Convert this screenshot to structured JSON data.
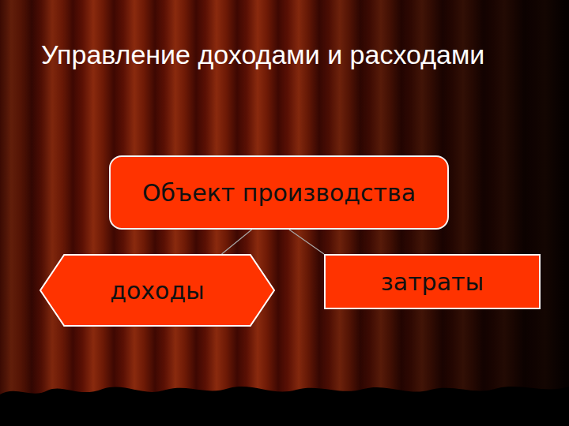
{
  "diagram": {
    "title": "Управление доходами и расходами",
    "nodes": [
      {
        "text": [
          "Объект производства"
        ]
      },
      {
        "text": [
          "доходы"
        ]
      },
      {
        "text": [
          "затраты"
        ]
      }
    ],
    "edges": [
      {
        "from": 0,
        "to": 1,
        "arrow": "none"
      },
      {
        "from": 0,
        "to": 2,
        "arrow": "none"
      }
    ]
  }
}
